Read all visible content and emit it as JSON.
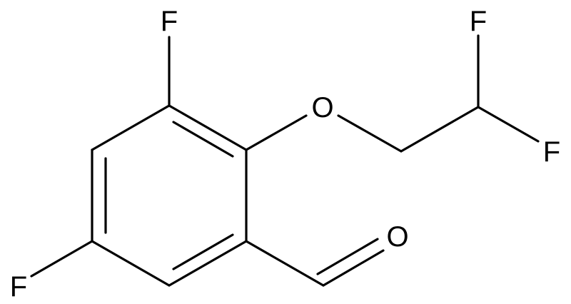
{
  "molecule": {
    "atoms": {
      "f_top": "F",
      "f_left": "F",
      "oxygen_ether": "O",
      "f_chain_top": "F",
      "f_chain_right": "F",
      "oxygen_aldehyde": "O"
    },
    "colors": {
      "bond": "#000000",
      "label": "#000000",
      "background": "#ffffff"
    }
  }
}
